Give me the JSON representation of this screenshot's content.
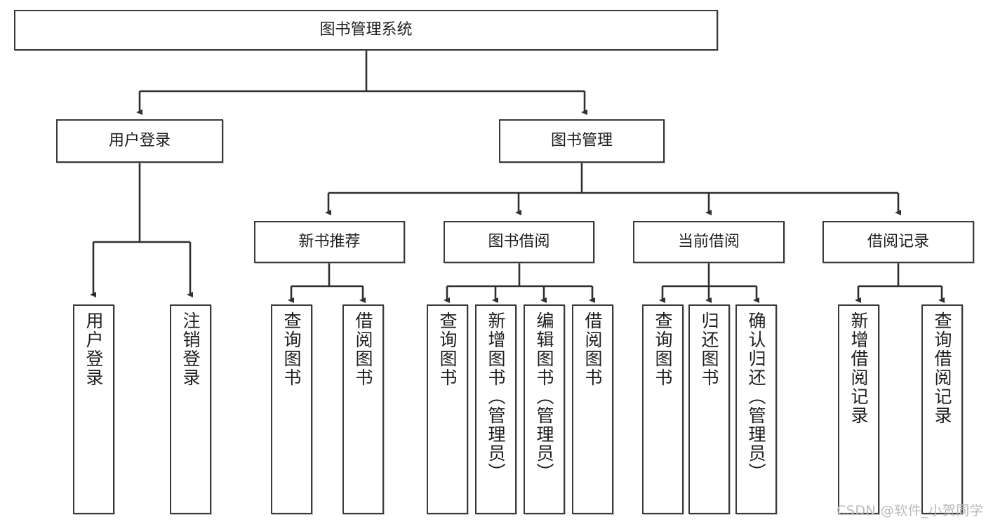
{
  "diagram": {
    "type": "tree-hierarchy",
    "title": "图书管理系统",
    "root": {
      "label": "图书管理系统"
    },
    "level2": [
      {
        "id": "user-login",
        "label": "用户登录"
      },
      {
        "id": "book-manage",
        "label": "图书管理"
      }
    ],
    "level3": [
      {
        "id": "new-book-recommend",
        "label": "新书推荐",
        "parent": "book-manage"
      },
      {
        "id": "book-borrow",
        "label": "图书借阅",
        "parent": "book-manage"
      },
      {
        "id": "current-borrow",
        "label": "当前借阅",
        "parent": "book-manage"
      },
      {
        "id": "borrow-record",
        "label": "借阅记录",
        "parent": "book-manage"
      }
    ],
    "leaves": [
      {
        "id": "leaf-user-login",
        "label": "用户登录",
        "parent": "user-login"
      },
      {
        "id": "leaf-logout-login",
        "label": "注销登录",
        "parent": "user-login"
      },
      {
        "id": "leaf-query-book-1",
        "label": "查询图书",
        "parent": "new-book-recommend"
      },
      {
        "id": "leaf-borrow-book-1",
        "label": "借阅图书",
        "parent": "new-book-recommend"
      },
      {
        "id": "leaf-query-book-2",
        "label": "查询图书",
        "parent": "book-borrow"
      },
      {
        "id": "leaf-add-book",
        "label": "新增图书（管理员）",
        "parent": "book-borrow"
      },
      {
        "id": "leaf-edit-book",
        "label": "编辑图书（管理员）",
        "parent": "book-borrow"
      },
      {
        "id": "leaf-borrow-book-2",
        "label": "借阅图书",
        "parent": "book-borrow"
      },
      {
        "id": "leaf-query-book-3",
        "label": "查询图书",
        "parent": "current-borrow"
      },
      {
        "id": "leaf-return-book",
        "label": "归还图书",
        "parent": "current-borrow"
      },
      {
        "id": "leaf-confirm-return",
        "label": "确认归还（管理员）",
        "parent": "current-borrow"
      },
      {
        "id": "leaf-add-record",
        "label": "新增借阅记录",
        "parent": "borrow-record"
      },
      {
        "id": "leaf-query-record",
        "label": "查询借阅记录",
        "parent": "borrow-record"
      }
    ],
    "colors": {
      "box_border": "#3a3a3a",
      "box_fill": "#ffffff",
      "edge": "#2f2f2f",
      "text": "#1d1d1d",
      "watermark": "#b9b9b9",
      "background": "#ffffff"
    }
  },
  "watermark": {
    "text": "CSDN @软件_小贺同学"
  }
}
